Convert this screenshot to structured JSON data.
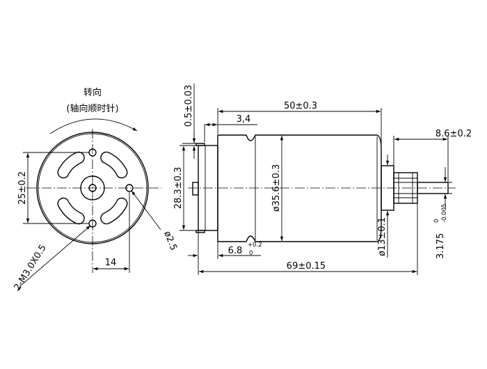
{
  "title": {
    "rotation": "转向",
    "rotation_sub": "(轴向顺时针)"
  },
  "front_view": {
    "height_dim": "25±0.2",
    "hole_spacing": "14",
    "small_hole": "ø2.5",
    "screw_holes": "2-M3.0X0.5"
  },
  "side_view": {
    "total_length": "69±0.15",
    "body_length": "50±0.3",
    "lead_offset": "3,4",
    "lead_thickness": "0.5±0.03",
    "boss_height": "28.3±0.3",
    "body_diameter": "ø35.6±0.3",
    "boss_length": {
      "base": "6.8",
      "upper": "+0.2",
      "lower": "0"
    },
    "bearing_diameter": "ø13±0.1",
    "shaft_length": "8.6±0.2",
    "shaft_diameter": {
      "base": "3.175",
      "upper": "0",
      "lower": "-0.005"
    }
  }
}
